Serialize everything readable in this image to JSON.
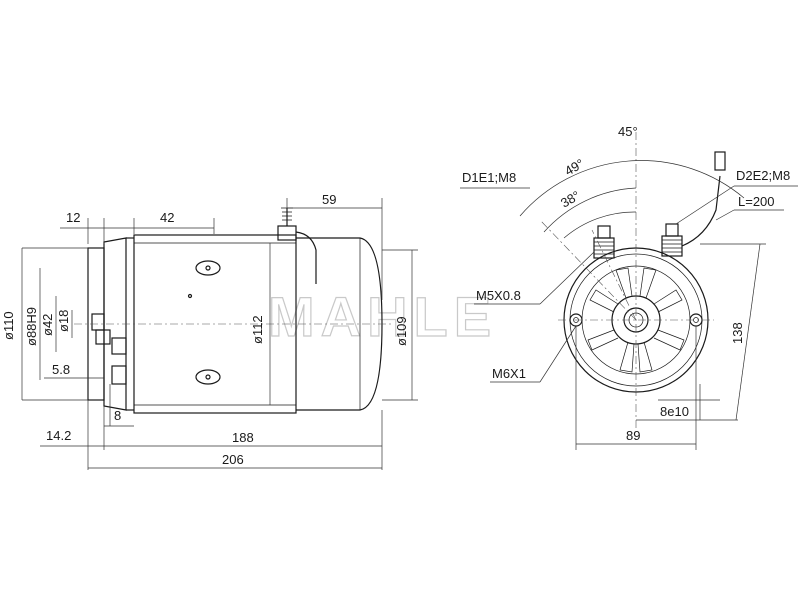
{
  "watermark": "MAHLE",
  "side_view": {
    "dims_top": {
      "d12": "12",
      "d42": "42",
      "d59": "59"
    },
    "dims_left": {
      "d110": "ø110",
      "d88": "ø88H9",
      "d42": "ø42",
      "d18": "ø18",
      "d58": "5.8"
    },
    "dims_body": {
      "d112": "ø112",
      "d109": "ø109"
    },
    "dims_bottom": {
      "d8": "8",
      "d142": "14.2",
      "d188": "188",
      "d206": "206"
    }
  },
  "end_view": {
    "angles": {
      "a45": "45°",
      "a49": "49°",
      "a38": "38°"
    },
    "terminals": {
      "left": "D1E1;M8",
      "right": "D2E2;M8",
      "lead": "L=200"
    },
    "threads": {
      "m5": "M5X0.8",
      "m6": "M6X1"
    },
    "dims": {
      "d138": "138",
      "d89": "89",
      "d8e10": "8e10"
    }
  }
}
